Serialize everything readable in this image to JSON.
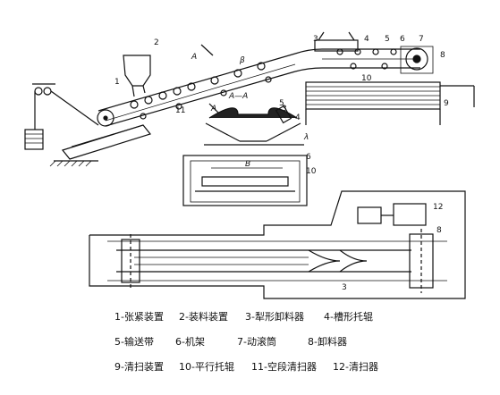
{
  "diagram": {
    "callouts": [
      "1",
      "2",
      "3",
      "4",
      "5",
      "6",
      "7",
      "8",
      "9",
      "10",
      "11",
      "3",
      "4",
      "5",
      "6",
      "10",
      "12",
      "8",
      "3"
    ],
    "section_labels": {
      "arrow_a_top": "A",
      "arrow_a_bottom": "A",
      "section_title": "A—A",
      "beta": "β",
      "lambda": "λ",
      "width_b": "B"
    }
  },
  "legend": {
    "rows": [
      [
        "1-张紧装置",
        "2-装料装置",
        "3-犁形卸料器",
        "4-槽形托辊"
      ],
      [
        "5-输送带",
        "6-机架",
        "7-动滚筒",
        "8-卸料器"
      ],
      [
        "9-清扫装置",
        "10-平行托辊",
        "11-空段清扫器",
        "12-清扫器"
      ]
    ]
  }
}
